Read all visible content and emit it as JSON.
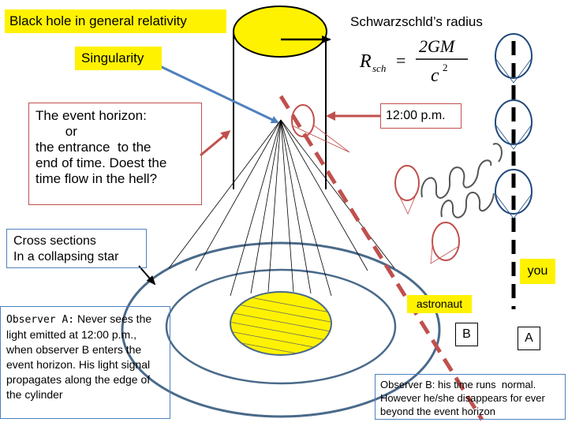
{
  "title_label": "Black hole in general relativity",
  "schwarzschild_label": "Schwarzschld’s radius",
  "formula": {
    "lhs": "R",
    "lhs_sub": "sch",
    "equals": "=",
    "numerator": "2GM",
    "denominator": "c",
    "denominator_exp": "2"
  },
  "singularity_label": "Singularity",
  "event_horizon_note": "The event horizon:\n        or\nthe entrance  to the\nend of time. Doest the\ntime flow in the hell?",
  "time_label": "12:00 p.m.",
  "cross_sections_label": "Cross sections\nIn a collapsing star",
  "observer_a_heading": "Observer A:",
  "observer_a_text": " Never sees the light  emitted at 12:00 p.m., when  observer B enters the event horizon. His light signal propagates along the edge of the cylinder",
  "you_label": "you",
  "astronaut_label": "astronaut",
  "b_label": "B",
  "a_label": "A",
  "observer_b_note": "Observer B: his time runs  normal.\nHowever he/she disappears for ever\nbeyond the event horizon",
  "colors": {
    "yellow": "#FFF200",
    "box_border_red": "#C0504D",
    "box_border_blue": "#4F81BD",
    "arrow_blue": "#4F81BD",
    "arrow_red": "#C0504D",
    "dashed_path": "#C0504D",
    "ring_blue": "#1F497D",
    "ellipse_gray": "#4A6A8A",
    "wave": "#555555",
    "tick_black": "#000000"
  }
}
